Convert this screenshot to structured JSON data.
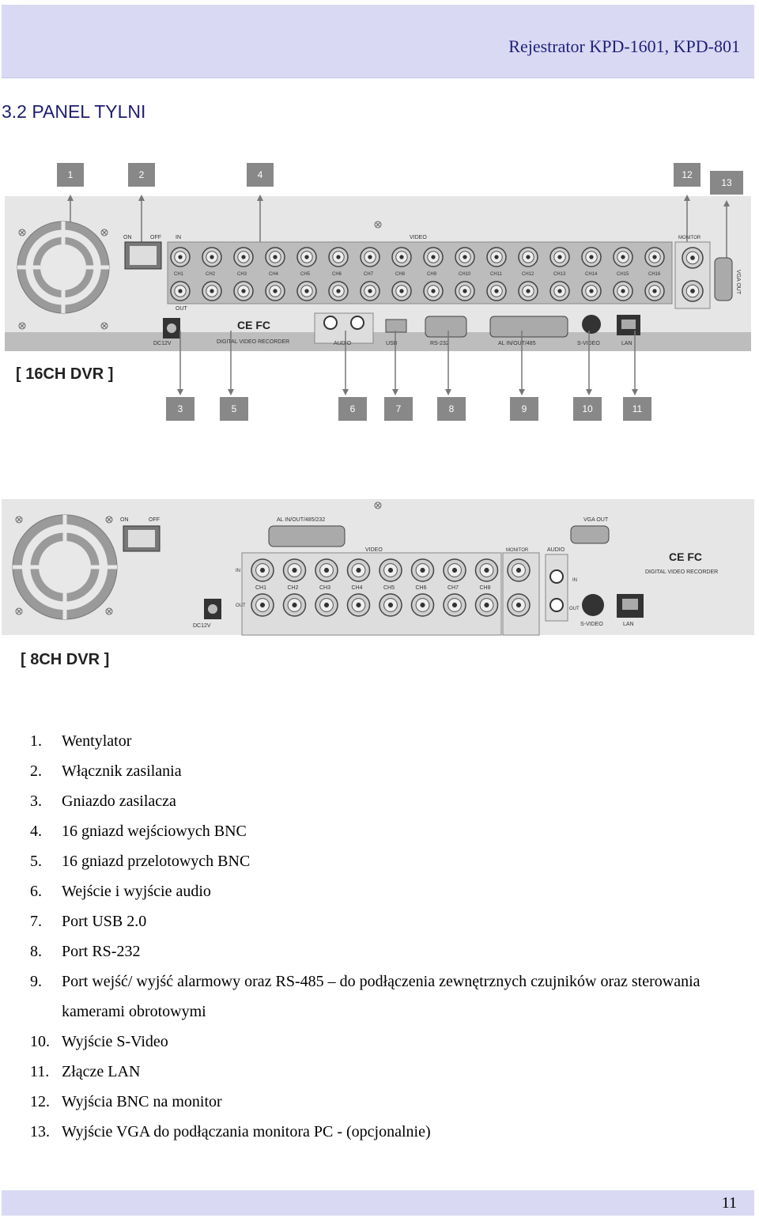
{
  "header": {
    "title": "Rejestrator KPD-1601, KPD-801"
  },
  "section_title": "3.2 PANEL TYLNI",
  "figure16": {
    "caption": "[ 16CH DVR ]",
    "callouts_top": [
      "1",
      "2",
      "4",
      "12",
      "13"
    ],
    "callouts_bottom": [
      "3",
      "5",
      "6",
      "7",
      "8",
      "9",
      "10",
      "11"
    ],
    "panel_labels": {
      "on": "ON",
      "off": "OFF",
      "in": "IN",
      "out": "OUT",
      "video": "VIDEO",
      "monitor": "MONITOR",
      "vga_out": "VGA OUT",
      "dc12v": "DC12V",
      "dvr_text": "DIGITAL VIDEO RECORDER",
      "audio": "AUDIO",
      "usb": "USB",
      "rs232": "RS-232",
      "al": "AL IN/OUT/485",
      "svideo": "S-VIDEO",
      "lan": "LAN",
      "ce": "CE FC"
    },
    "channels": [
      "CH1",
      "CH2",
      "CH3",
      "CH4",
      "CH5",
      "CH6",
      "CH7",
      "CH8",
      "CH9",
      "CH10",
      "CH11",
      "CH12",
      "CH13",
      "CH14",
      "CH15",
      "CH16"
    ]
  },
  "figure8": {
    "caption": "[ 8CH DVR ]",
    "panel_labels": {
      "on": "ON",
      "off": "OFF",
      "al": "AL IN/OUT/485/232",
      "vga_out": "VGA OUT",
      "video": "VIDEO",
      "monitor": "MONITOR",
      "audio": "AUDIO",
      "in": "IN",
      "out": "OUT",
      "dc12v": "DC12V",
      "svideo": "S-VIDEO",
      "lan": "LAN",
      "dvr_text": "DIGITAL VIDEO RECORDER",
      "ce": "CE FC"
    },
    "channels": [
      "CH1",
      "CH2",
      "CH3",
      "CH4",
      "CH5",
      "CH6",
      "CH7",
      "CH8"
    ]
  },
  "legend": [
    {
      "num": "1.",
      "text": "Wentylator"
    },
    {
      "num": "2.",
      "text": "Włącznik zasilania"
    },
    {
      "num": "3.",
      "text": "Gniazdo zasilacza"
    },
    {
      "num": "4.",
      "text": "16 gniazd wejściowych BNC"
    },
    {
      "num": "5.",
      "text": "16 gniazd przelotowych BNC"
    },
    {
      "num": "6.",
      "text": "Wejście i wyjście audio"
    },
    {
      "num": "7.",
      "text": "Port USB 2.0"
    },
    {
      "num": "8.",
      "text": "Port RS-232"
    },
    {
      "num": "9.",
      "text": "Port wejść/ wyjść alarmowy oraz RS-485 – do podłączenia zewnętrznych czujników oraz sterowania kamerami obrotowymi"
    },
    {
      "num": "10.",
      "text": "Wyjście S-Video"
    },
    {
      "num": "11.",
      "text": "Złącze LAN"
    },
    {
      "num": "12.",
      "text": "Wyjścia BNC na monitor"
    },
    {
      "num": "13.",
      "text": "Wyjście VGA do podłączania monitora PC - (opcjonalnie)"
    }
  ],
  "footer": {
    "page": "11"
  }
}
